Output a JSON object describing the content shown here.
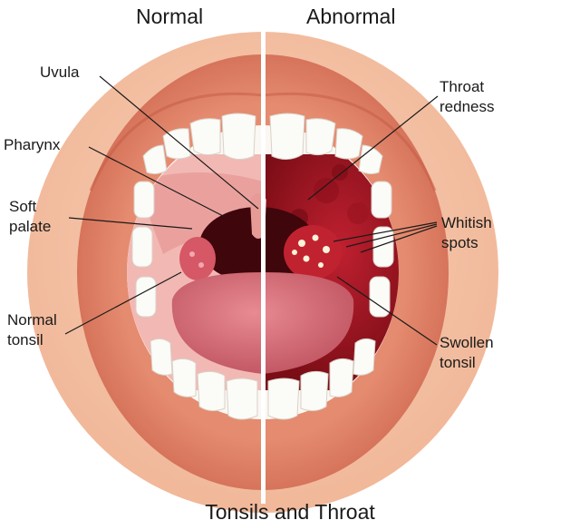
{
  "headings": {
    "left": "Normal",
    "right": "Abnormal"
  },
  "caption": "Tonsils and Throat",
  "labels": {
    "uvula": "Uvula",
    "pharynx": "Pharynx",
    "soft_palate_1": "Soft",
    "soft_palate_2": "palate",
    "normal_tonsil_1": "Normal",
    "normal_tonsil_2": "tonsil",
    "throat_redness_1": "Throat",
    "throat_redness_2": "redness",
    "whitish_spots_1": "Whitish",
    "whitish_spots_2": "spots",
    "swollen_tonsil_1": "Swollen",
    "swollen_tonsil_2": "tonsil"
  },
  "colors": {
    "lips": "#e2826a",
    "skin": "#f4c6a8",
    "mouth_dark": "#5a0a12",
    "tongue": "#d8707a",
    "inflamed": "#a4161f",
    "teeth": "#fbfbf8"
  }
}
